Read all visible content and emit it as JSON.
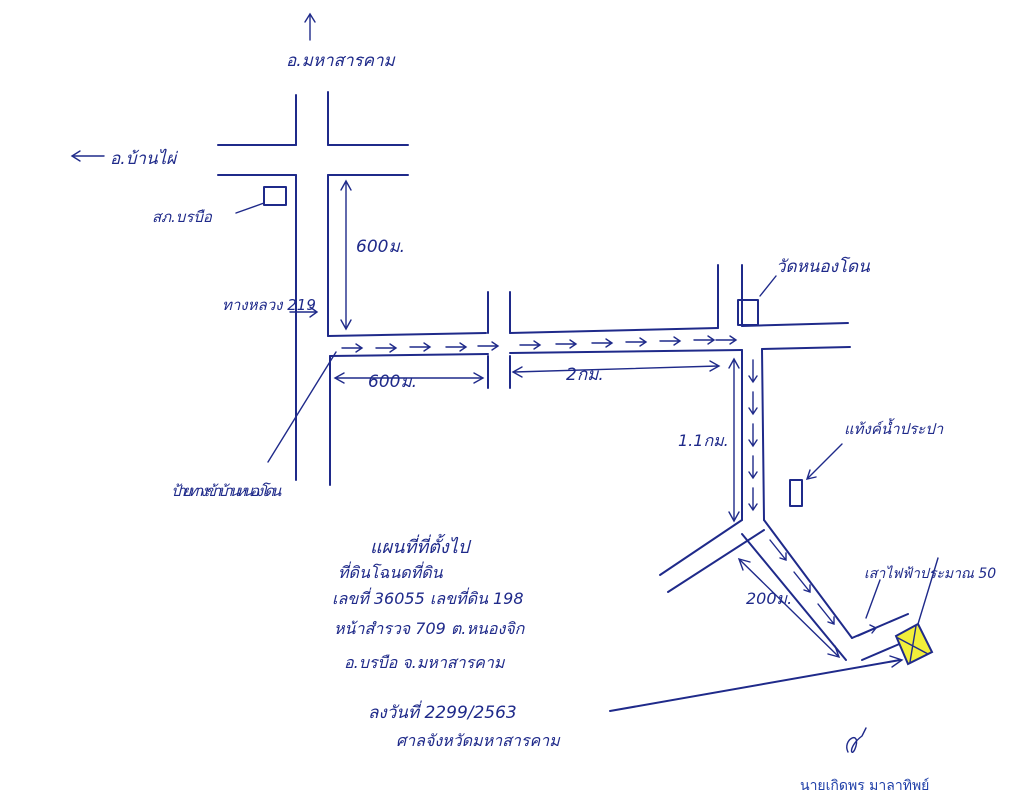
{
  "labels": {
    "north_dest": "อ.มหาสารคาม",
    "west_dest": "อ.บ้านไผ่",
    "station": "สภ.บรบือ",
    "highway": "ทางหลวง 219",
    "temple": "วัดหนองโดน",
    "dist_600_vertical": "600ม.",
    "dist_600_horizontal": "600ม.",
    "dist_2km": "2กม.",
    "dist_11km": "1.1กม.",
    "dist_200m": "200ม.",
    "water_tank": "แท้งค์น้ำประปา",
    "village_entry": "ป้ายทางเข้าบ้านหนองโดน",
    "pole": "เสาไฟฟ้าประมาณ 50"
  },
  "title_block": {
    "line1": "แผนที่ที่ตั้งไป",
    "line2": "ที่ดินโฉนดที่ดิน",
    "line3": "เลขที่ 36055 เลขที่ดิน 198",
    "line4": "หน้าสำรวจ 709 ต.หนองจิก",
    "line5": "อ.บรบือ จ.มหาสารคาม"
  },
  "ref": {
    "line1": "ลงวันที่ 2299/2563",
    "line2": "ศาลจังหวัดมหาสารคาม"
  },
  "signature": {
    "mark": "ຣ໌",
    "name": "นายเกิดพร มาลาทิพย์"
  },
  "colors": {
    "ink": "#1f2a8a",
    "highlight": "#f2ee3a"
  }
}
